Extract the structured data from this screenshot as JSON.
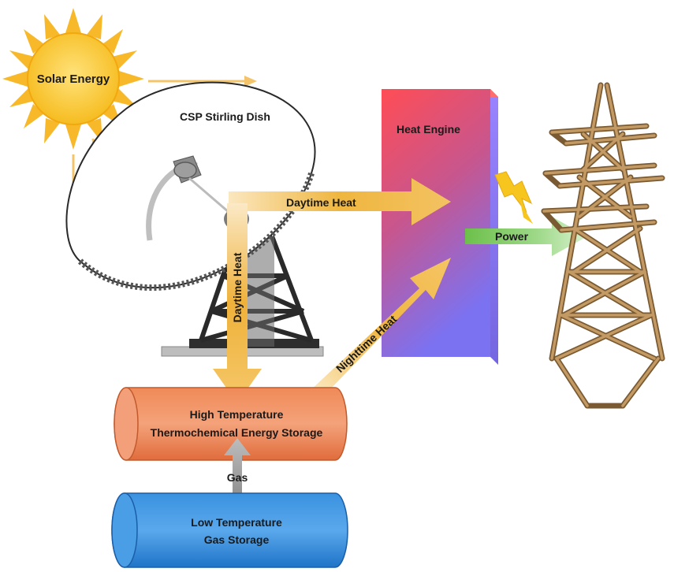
{
  "labels": {
    "solar": "Solar Energy",
    "dish": "CSP Stirling Dish",
    "heat_engine": "Heat Engine",
    "daytime_heat_h": "Daytime Heat",
    "daytime_heat_v": "Daytime Heat",
    "nighttime_heat": "Nighttime Heat",
    "power": "Power",
    "high_temp_line1": "High Temperature",
    "high_temp_line2": "Thermochemical Energy Storage",
    "gas": "Gas",
    "low_temp_line1": "Low Temperature",
    "low_temp_line2": "Gas Storage"
  },
  "colors": {
    "sun": "#f7c325",
    "sun_rays": "#f7b829",
    "solar_arrow": "#f4c46a",
    "heat_arrow": "#f0b94a",
    "heat_engine_top": "#ff5a5a",
    "heat_engine_bottom": "#7a6cf2",
    "power_arrow": "#8fd36a",
    "high_temp_tank": "#e8784a",
    "low_temp_tank": "#2f86d8",
    "gas_arrow": "#9a9a9a",
    "tower": "#c49a64",
    "lightning": "#f6c51e"
  },
  "icons": [
    "sun-icon",
    "stirling-dish-icon",
    "lightning-icon",
    "transmission-tower-icon"
  ]
}
